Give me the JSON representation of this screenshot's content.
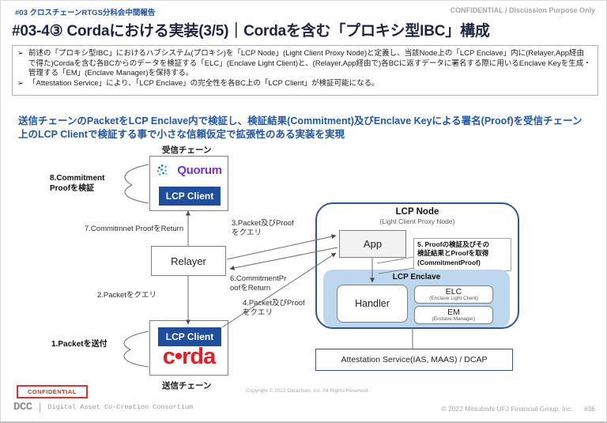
{
  "colors": {
    "accent_blue": "#1f4e9c",
    "node_border": "#2f5597",
    "enclave_fill": "#bdd7ee",
    "corda_red": "#ec1b23",
    "quorum_purple": "#7232ce",
    "confidential_red": "#d32f2f"
  },
  "header": {
    "tag": "#03 クロスチェーンRTGS分科会中間報告",
    "confidential": "CONFIDENTIAL / Discussion Purpose Only",
    "title": "#03-4③ Cordaにおける実装(3/5)｜Cordaを含む「プロキシ型IBC」構成"
  },
  "summary": {
    "marker": "➢",
    "bullets": [
      "前述の「プロキシ型IBC」におけるハブシステム(プロキシ)を「LCP Node」(Light Client Proxy Node)と定義し、当該Node上の「LCP Enclave」内に(Relayer,App経由で得た)Cordaを含む各BCからのデータを検証する「ELC」(Enclave Light Client)と、(Relayer,App経由で)各BCに返すデータに署名する際に用いるEnclave Keyを生成・管理する「EM」(Enclave Manager)を保持する。",
      "「Attestation Service」により、「LCP Enclave」の完全性を各BC上の「LCP Client」が検証可能になる。"
    ]
  },
  "lead": "送信チェーンのPacketをLCP Enclave内で検証し、検証結果(Commitment)及びEnclave Keyによる署名(Proof)を受信チェーン上のLCP Clientで検証する事で小さな信頼仮定で拡張性のある実装を実現",
  "diagram": {
    "receiving_chain": {
      "label": "受信チェーン",
      "logo_text": "Quorum",
      "client": "LCP Client"
    },
    "relayer": "Relayer",
    "sending_chain": {
      "label": "送信チェーン",
      "logo_text": "c•rda",
      "client": "LCP Client"
    },
    "lcp_node": {
      "title": "LCP Node",
      "subtitle": "(Light Client Proxy Node)",
      "app": "App"
    },
    "enclave": {
      "label": "LCP Enclave",
      "handler": "Handler",
      "elc": "ELC",
      "elc_sub": "(Enclave Light Client)",
      "em": "EM",
      "em_sub": "(Enclave Manager)"
    },
    "attestation": "Attestation Service(IAS, MAAS) / DCAP",
    "steps": {
      "s1": "1.Packetを送付",
      "s2": "2.Packetをクエリ",
      "s3": "3.Packet及びProof\nをクエリ",
      "s4": "4.Packet及びProof\nをクエリ",
      "s5": "5. Proofの検証及びその\n検証結果とProofを取得\n(CommitmentProof)",
      "s6": "6.CommitmentPr\noofをReturn",
      "s7": "7.Commitmnet ProofをReturn",
      "s8": "8.Commitment\nProofを検証"
    }
  },
  "footer": {
    "confidential_badge": "CONFIDENTIAL",
    "copyright": "Copyright © 2022 Datachain, Inc.  All Rights Reserved.",
    "dcc": "DCC",
    "dcc_name": "Digital Asset Co-Creation Consortium",
    "rights": "© 2022 Mitsubishi UFJ Financial Group, Inc.",
    "page": "#36"
  }
}
